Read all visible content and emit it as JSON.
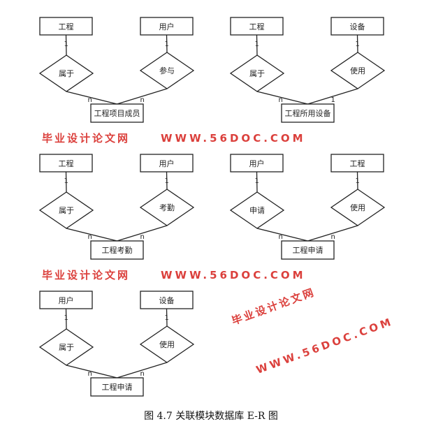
{
  "diagrams": [
    {
      "entities": [
        "工程",
        "用户"
      ],
      "relations": [
        "属于",
        "参与"
      ],
      "result": "工程项目成员",
      "cardinality": {
        "top_left": "1",
        "top_right": "1",
        "bottom_left": "n",
        "bottom_right": "n"
      }
    },
    {
      "entities": [
        "工程",
        "设备"
      ],
      "relations": [
        "属于",
        "使用"
      ],
      "result": "工程所用设备",
      "cardinality": {
        "top_left": "1",
        "top_right": "1",
        "bottom_left": "n",
        "bottom_right": "1"
      }
    },
    {
      "entities": [
        "工程",
        "用户"
      ],
      "relations": [
        "属于",
        "考勤"
      ],
      "result": "工程考勤",
      "cardinality": {
        "top_left": "1",
        "top_right": "1",
        "bottom_left": "n",
        "bottom_right": "n"
      }
    },
    {
      "entities": [
        "用户",
        "工程"
      ],
      "relations": [
        "申请",
        "使用"
      ],
      "result": "工程申请",
      "cardinality": {
        "top_left": "1",
        "top_right": "1",
        "bottom_left": "n",
        "bottom_right": "n"
      }
    },
    {
      "entities": [
        "用户",
        "设备"
      ],
      "relations": [
        "属于",
        "使用"
      ],
      "result": "工程申请",
      "cardinality": {
        "top_left": "1",
        "top_right": "1",
        "bottom_left": "n",
        "bottom_right": "n"
      }
    }
  ],
  "caption": "图 4.7  关联模块数据库 E-R 图",
  "watermark": {
    "cn": "毕业设计论文网",
    "url": "WWW.56DOC.COM",
    "color": "#d9302c"
  }
}
